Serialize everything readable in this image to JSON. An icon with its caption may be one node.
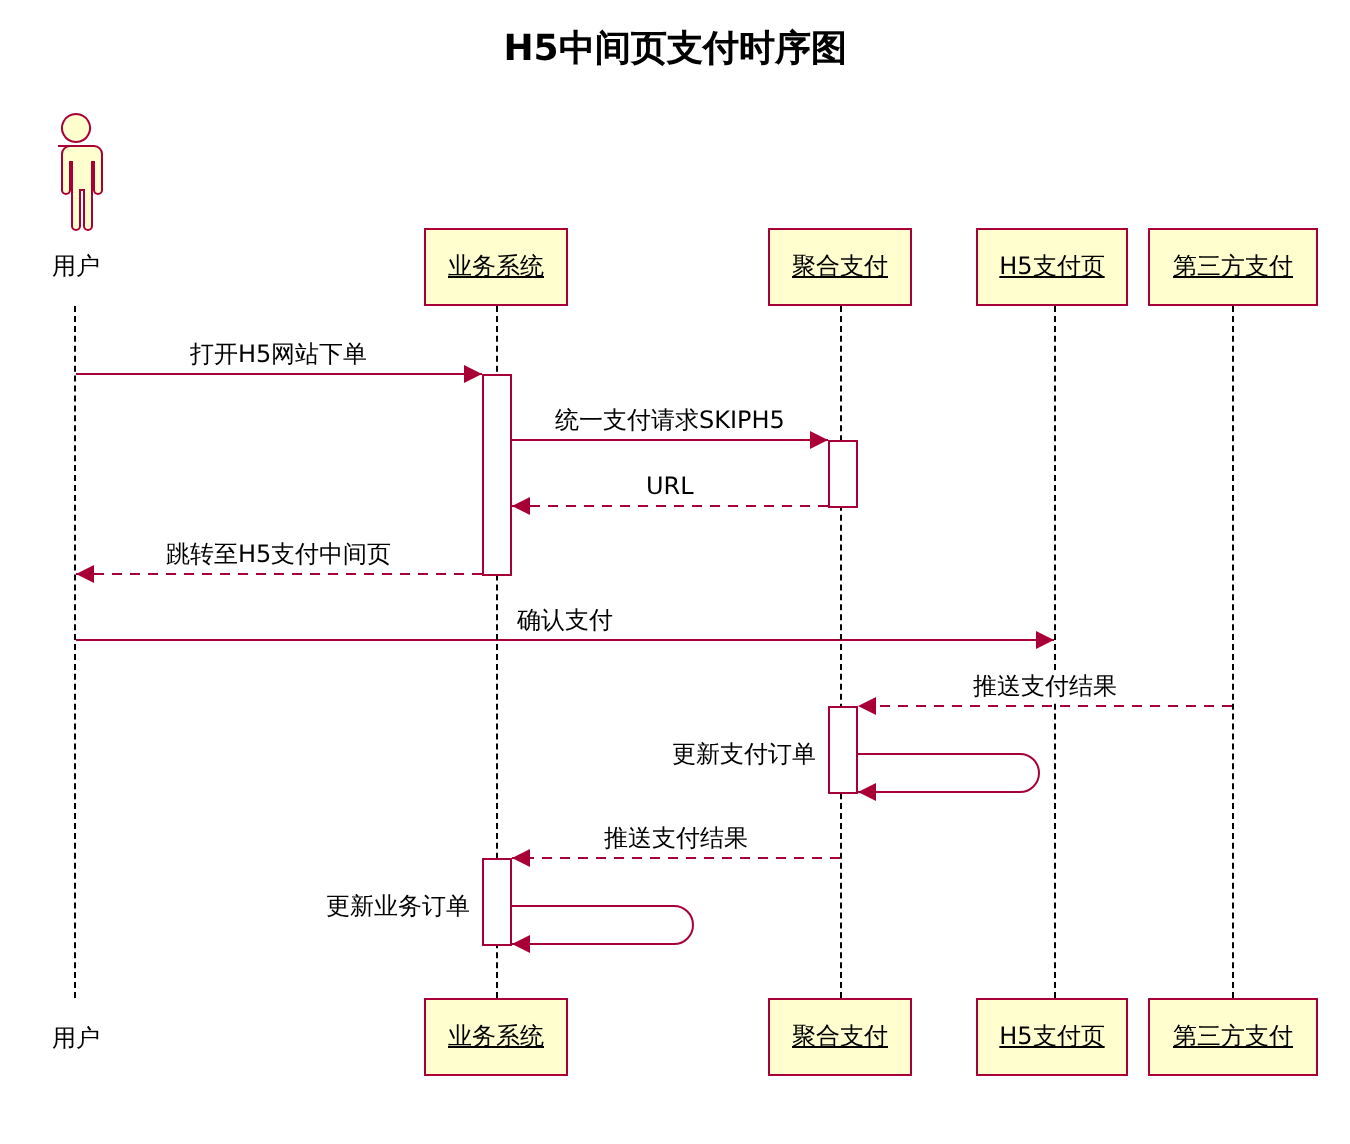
{
  "diagram": {
    "title": "H5中间页支付时序图",
    "nodes": [
      {
        "text": [
          "用户"
        ]
      },
      {
        "text": [
          "业务系统"
        ]
      },
      {
        "text": [
          "聚合支付"
        ]
      },
      {
        "text": [
          "H5支付页"
        ]
      },
      {
        "text": [
          "第三方支付"
        ]
      },
      {
        "text": [],
        "shape": "line"
      },
      {
        "text": [],
        "shape": "line"
      },
      {
        "text": [],
        "shape": "line"
      },
      {
        "text": [],
        "shape": "line"
      },
      {
        "text": [],
        "shape": "line"
      },
      {
        "text": [
          "用户"
        ]
      },
      {
        "text": [
          "业务系统"
        ]
      },
      {
        "text": [
          "聚合支付"
        ]
      },
      {
        "text": [
          "H5支付页"
        ]
      },
      {
        "text": [
          "第三方支付"
        ]
      },
      {
        "text": [],
        "shape": "bar"
      },
      {
        "text": [],
        "shape": "bar"
      },
      {
        "text": [],
        "shape": "bar"
      },
      {
        "text": [],
        "shape": "bar"
      }
    ],
    "edges": [
      {
        "from": 5,
        "to": 15,
        "arrow": "to",
        "label": "打开H5网站下单"
      },
      {
        "from": 15,
        "to": 16,
        "arrow": "to",
        "label": "统一支付请求SKIPH5"
      },
      {
        "from": 16,
        "to": 15,
        "arrow": "to",
        "label": "URL",
        "style": "dashed"
      },
      {
        "from": 15,
        "to": 5,
        "arrow": "to",
        "label": "跳转至H5支付中间页",
        "style": "dashed"
      },
      {
        "from": 5,
        "to": 8,
        "arrow": "to",
        "label": "确认支付"
      },
      {
        "from": 9,
        "to": 17,
        "arrow": "to",
        "label": "推送支付结果",
        "style": "dashed"
      },
      {
        "from": 17,
        "to": 17,
        "arrow": "to",
        "label": "更新支付订单"
      },
      {
        "from": 7,
        "to": 18,
        "arrow": "to",
        "label": "推送支付结果",
        "style": "dashed"
      },
      {
        "from": 18,
        "to": 18,
        "arrow": "to",
        "label": "更新业务订单"
      }
    ]
  }
}
